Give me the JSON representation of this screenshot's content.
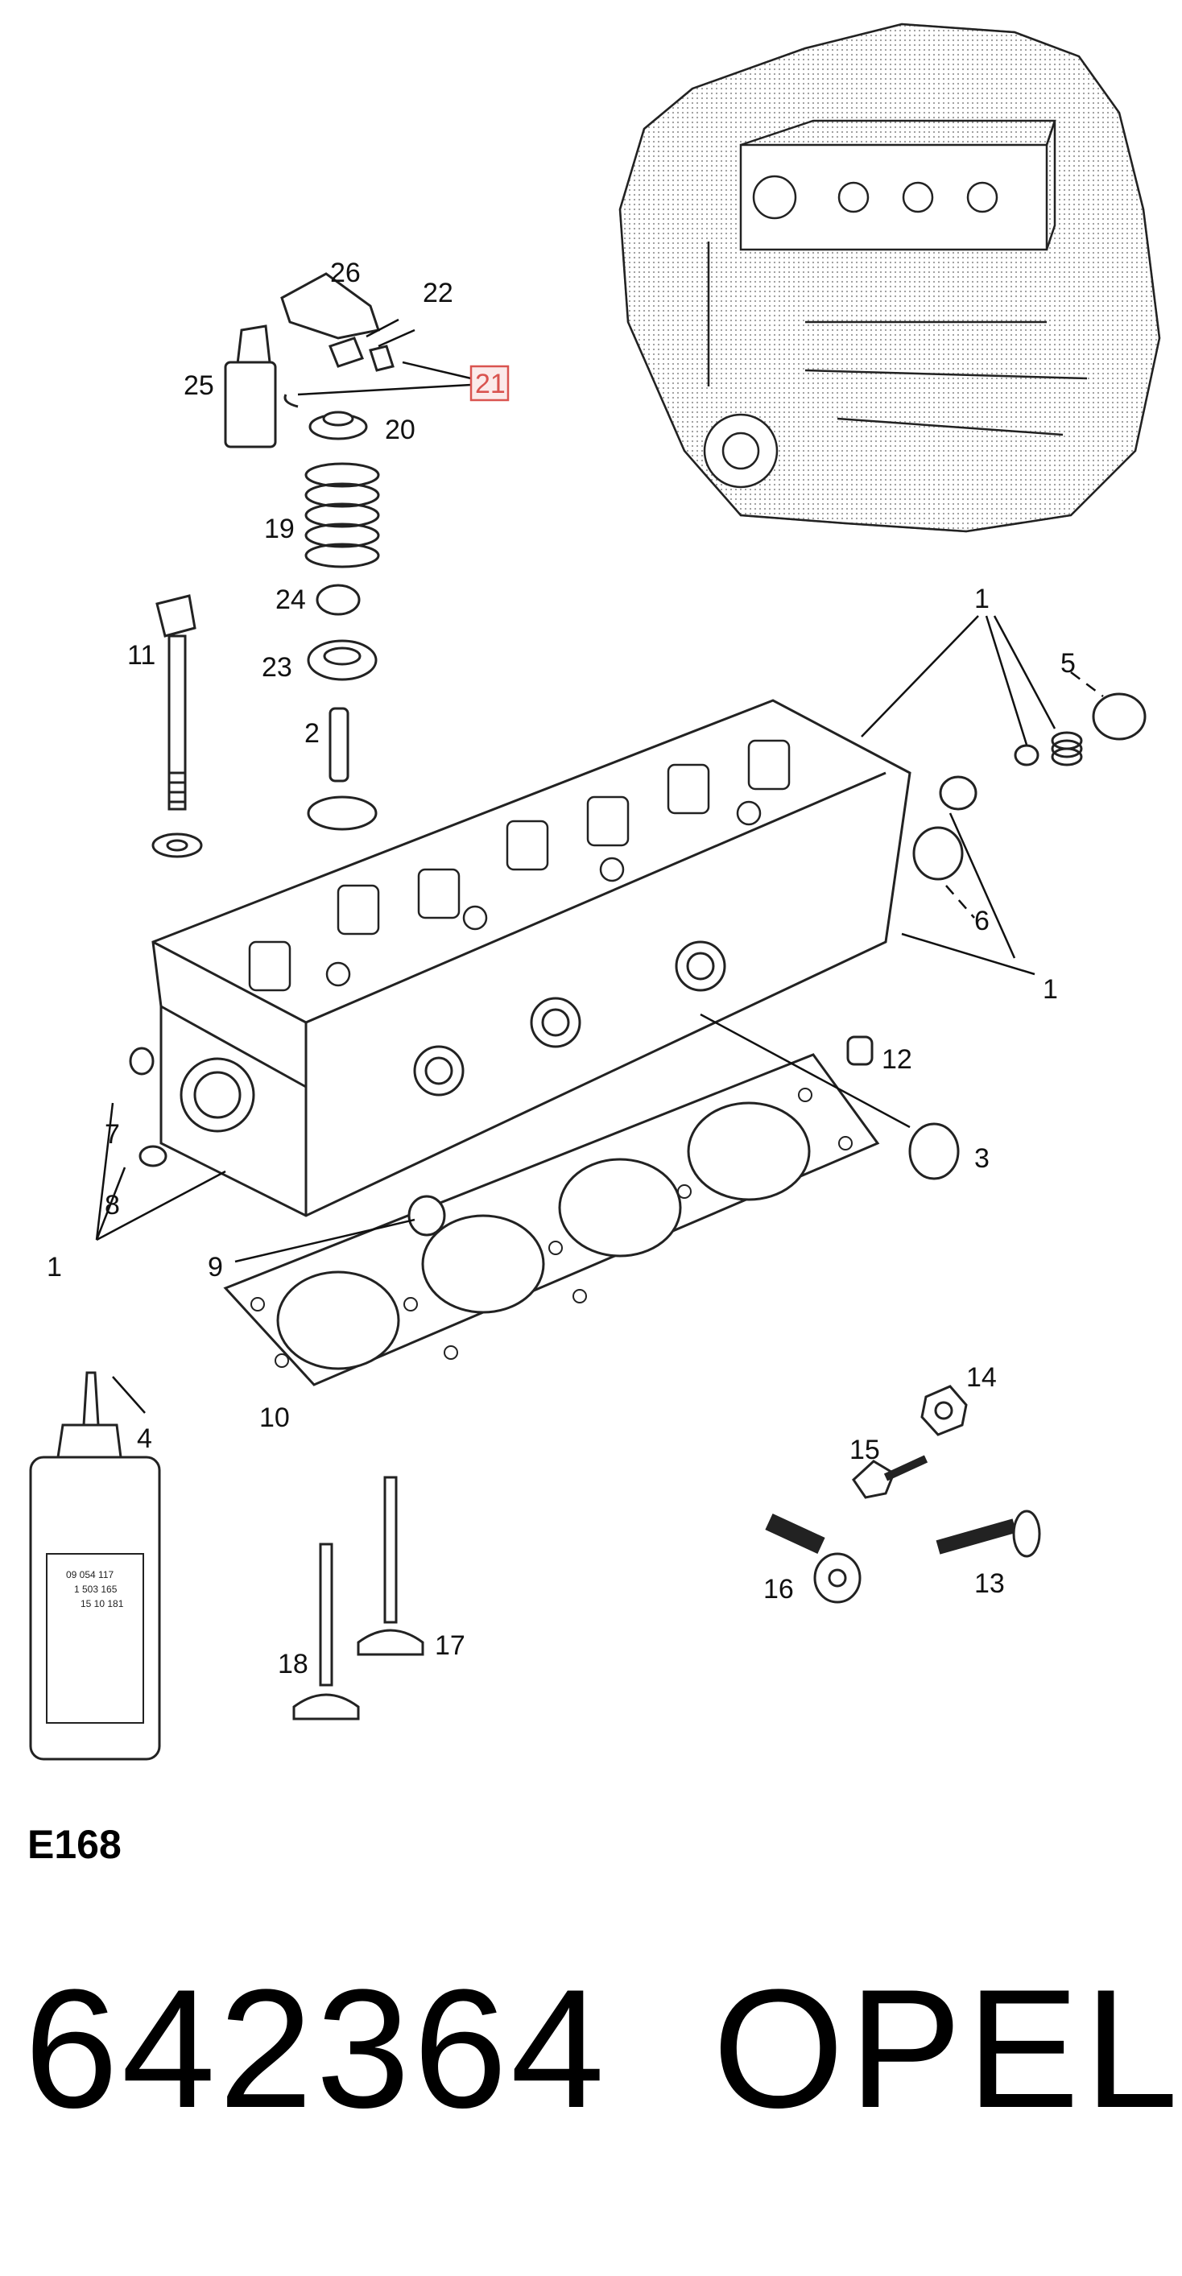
{
  "diagram": {
    "code": "E168",
    "part_number": "642364",
    "brand": "OPEL",
    "highlighted_callout": "21",
    "highlight_color": "#d9534f",
    "callouts": [
      "26",
      "22",
      "21",
      "25",
      "20",
      "19",
      "24",
      "23",
      "2",
      "11",
      "1",
      "5",
      "6",
      "1",
      "12",
      "3",
      "7",
      "8",
      "1",
      "9",
      "10",
      "4",
      "14",
      "15",
      "16",
      "13",
      "17",
      "18"
    ],
    "tube_label_lines": [
      "09 054 117",
      "1 503 165",
      "15 10 181"
    ]
  }
}
